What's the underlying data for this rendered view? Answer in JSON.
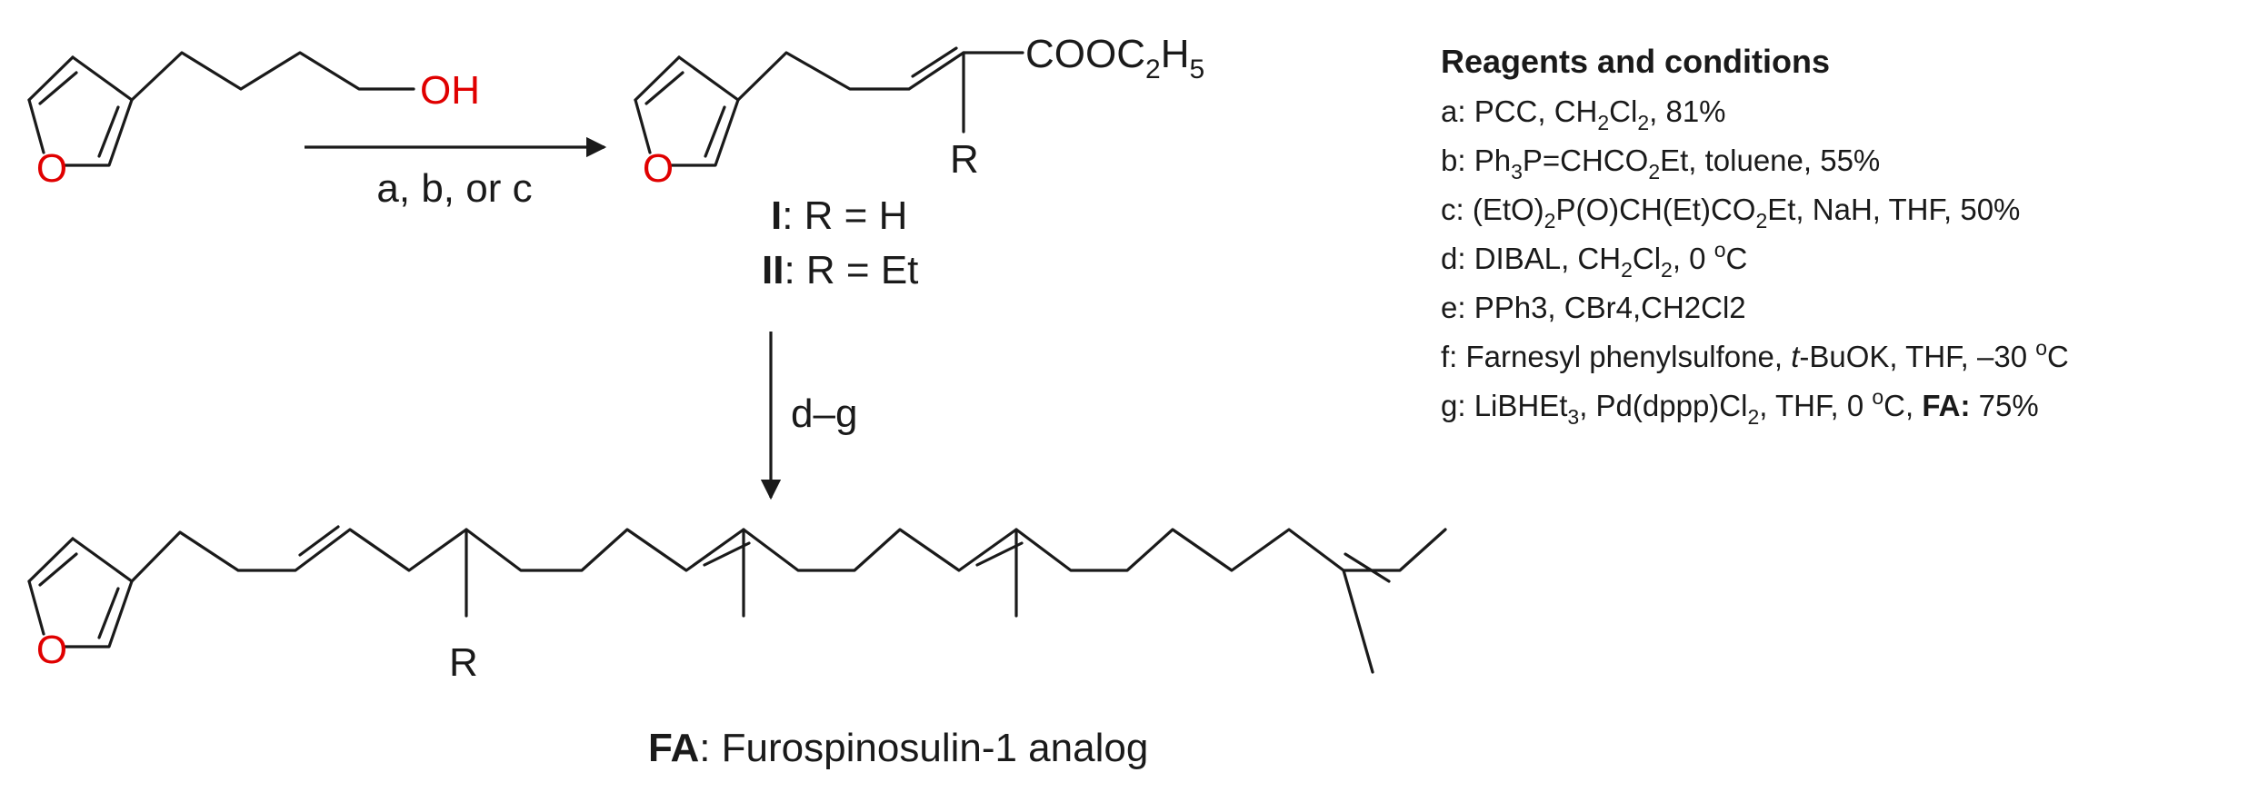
{
  "atoms": {
    "O": "O",
    "OH": "OH",
    "R": "R"
  },
  "ester": {
    "main": "COOC",
    "sub2": "2",
    "tail": "H",
    "sub5": "5"
  },
  "arrow1_label": "a, b, or c",
  "arrow2_label": "d–g",
  "compound_I": {
    "id": "I",
    "text": ": R = H"
  },
  "compound_II": {
    "id": "II",
    "text": ": R = Et"
  },
  "product": {
    "id": "FA",
    "text": ": Furospinosulin-1 analog"
  },
  "conditions": {
    "title": "Reagents and conditions",
    "a": {
      "p1": "a: PCC, CH",
      "s1": "2",
      "p2": "Cl",
      "s2": "2",
      "p3": ", 81%"
    },
    "b": {
      "p1": "b: Ph",
      "s1": "3",
      "p2": "P=CHCO",
      "s2": "2",
      "p3": "Et, toluene, 55%"
    },
    "c": {
      "p1": "c: (EtO)",
      "s1": "2",
      "p2": "P(O)CH(Et)CO",
      "s2": "2",
      "p3": "Et, NaH, THF, 50%"
    },
    "d": {
      "p1": "d: DIBAL, CH",
      "s1": "2",
      "p2": "Cl",
      "s2": "2",
      "p3": ", 0 ",
      "sup": "o",
      "p4": "C"
    },
    "e": {
      "text": "e: PPh3, CBr4,CH2Cl2"
    },
    "f": {
      "p1": "f: Farnesyl phenylsulfone, ",
      "ital": "t",
      "p2": "-BuOK, THF, –30 ",
      "sup": "o",
      "p3": "C"
    },
    "g": {
      "p1": "g: LiBHEt",
      "s1": "3",
      "p2": ", Pd(dppp)Cl",
      "s2": "2",
      "p3": ", THF, 0 ",
      "sup": "o",
      "p4": "C, ",
      "bold": "FA:",
      "p5": " 75%"
    }
  }
}
